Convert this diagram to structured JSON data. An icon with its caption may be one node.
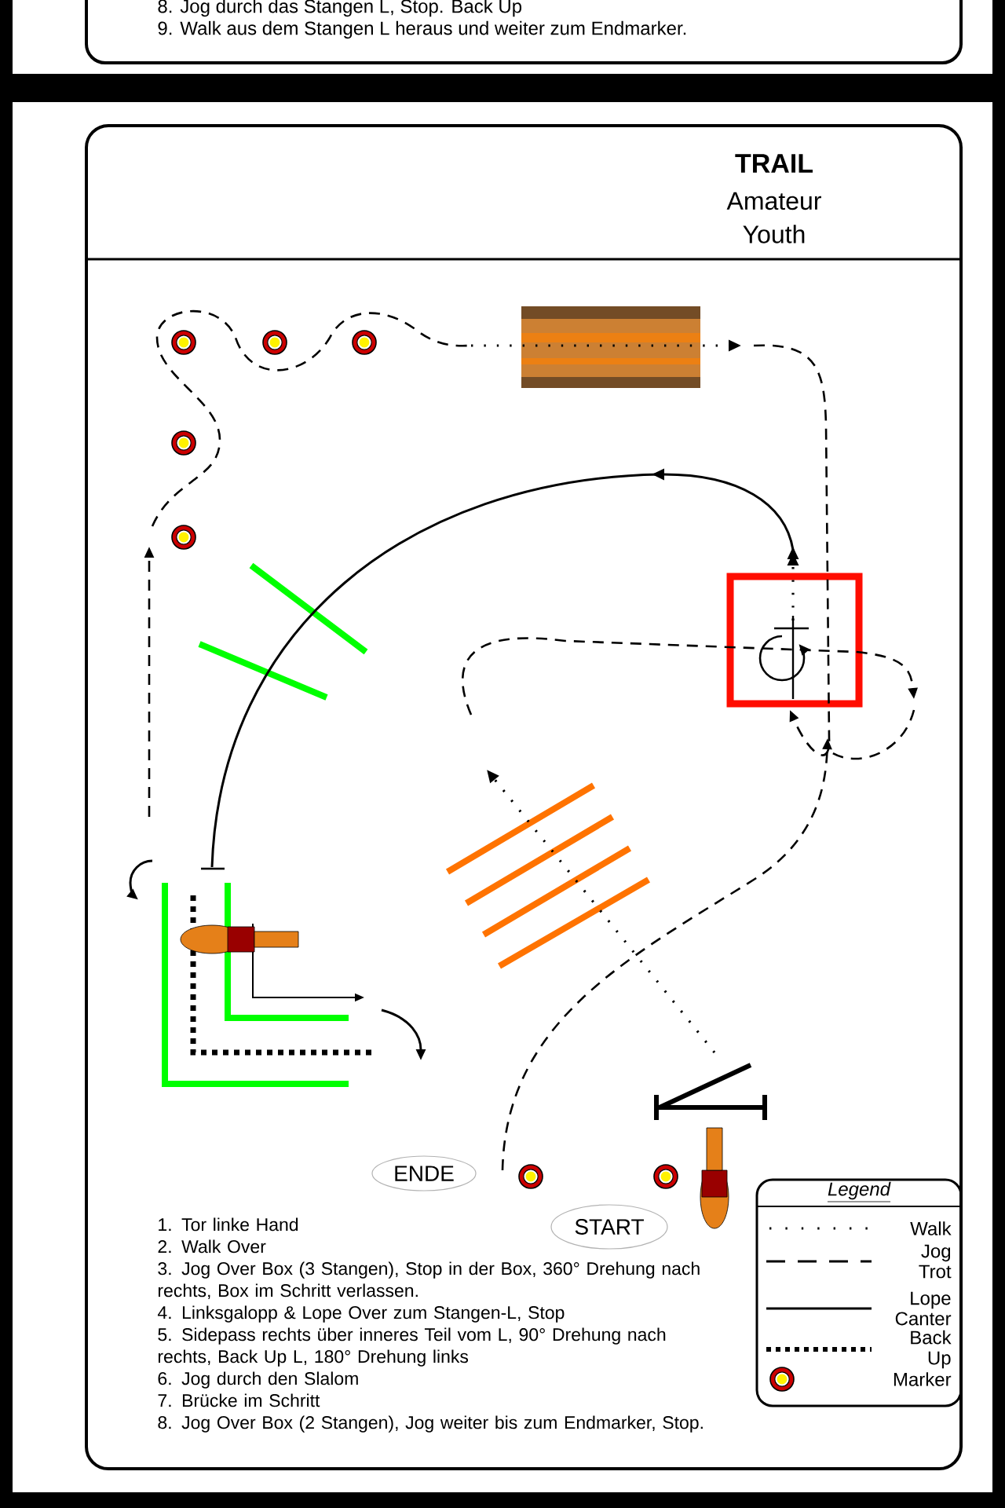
{
  "diagram": {
    "title": "TRAIL",
    "nodes": [
      {
        "text": [
          "ENDE"
        ]
      },
      {
        "text": [
          "START"
        ]
      }
    ],
    "labels": [
      "8. Jog durch das Stangen L, Stop. Back Up",
      "9. Walk aus dem Stangen L heraus und weiter zum Endmarker.",
      "Amateur",
      "Youth",
      "Legend",
      "1. Tor linke Hand",
      "2. Walk Over",
      "3. Jog Over Box (3 Stangen), Stop in der Box, 360° Drehung nach rechts, Box im Schritt verlassen.",
      "4. Linksgalopp & Lope Over zum Stangen-L, Stop",
      "5. Sidepass rechts über inneres Teil vom L, 90° Drehung nach rechts, Back Up L, 180° Drehung links",
      "6. Jog durch den Slalom",
      "7. Brücke im Schritt",
      "8. Jog Over Box (2 Stangen), Jog weiter bis zum Endmarker, Stop."
    ],
    "legend": [
      {
        "text": "Walk"
      },
      {
        "text": "Jog Trot"
      },
      {
        "text": "Lope Canter"
      },
      {
        "text": "Back Up"
      },
      {
        "text": "Marker"
      }
    ]
  }
}
